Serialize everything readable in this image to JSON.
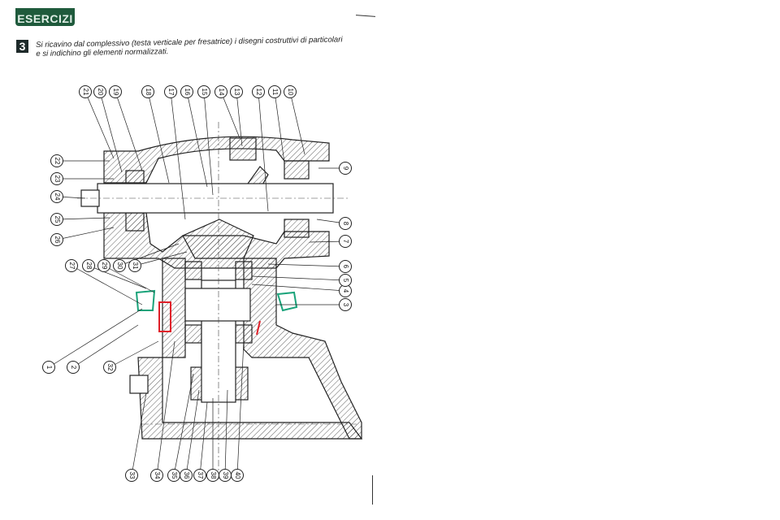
{
  "header": {
    "section_label": "ESERCIZI"
  },
  "exercise": {
    "number": "3",
    "line1": "Si ricavino dal complessivo (testa verticale per fresatrice) i disegni costruttivi di particolari",
    "line2": "e si indichino gli elementi normalizzati."
  },
  "drawing": {
    "callouts": [
      "1",
      "2",
      "3",
      "4",
      "5",
      "6",
      "7",
      "8",
      "9",
      "10",
      "11",
      "12",
      "13",
      "14",
      "15",
      "16",
      "17",
      "18",
      "19",
      "20",
      "21",
      "22",
      "23",
      "24",
      "25",
      "26",
      "27",
      "28",
      "29",
      "30",
      "31",
      "32",
      "33",
      "34",
      "35",
      "36",
      "37",
      "38",
      "39",
      "40"
    ]
  },
  "colors": {
    "banner": "#1f5a3c",
    "green_mark": "#1aa37a",
    "red_mark": "#e0202a"
  }
}
